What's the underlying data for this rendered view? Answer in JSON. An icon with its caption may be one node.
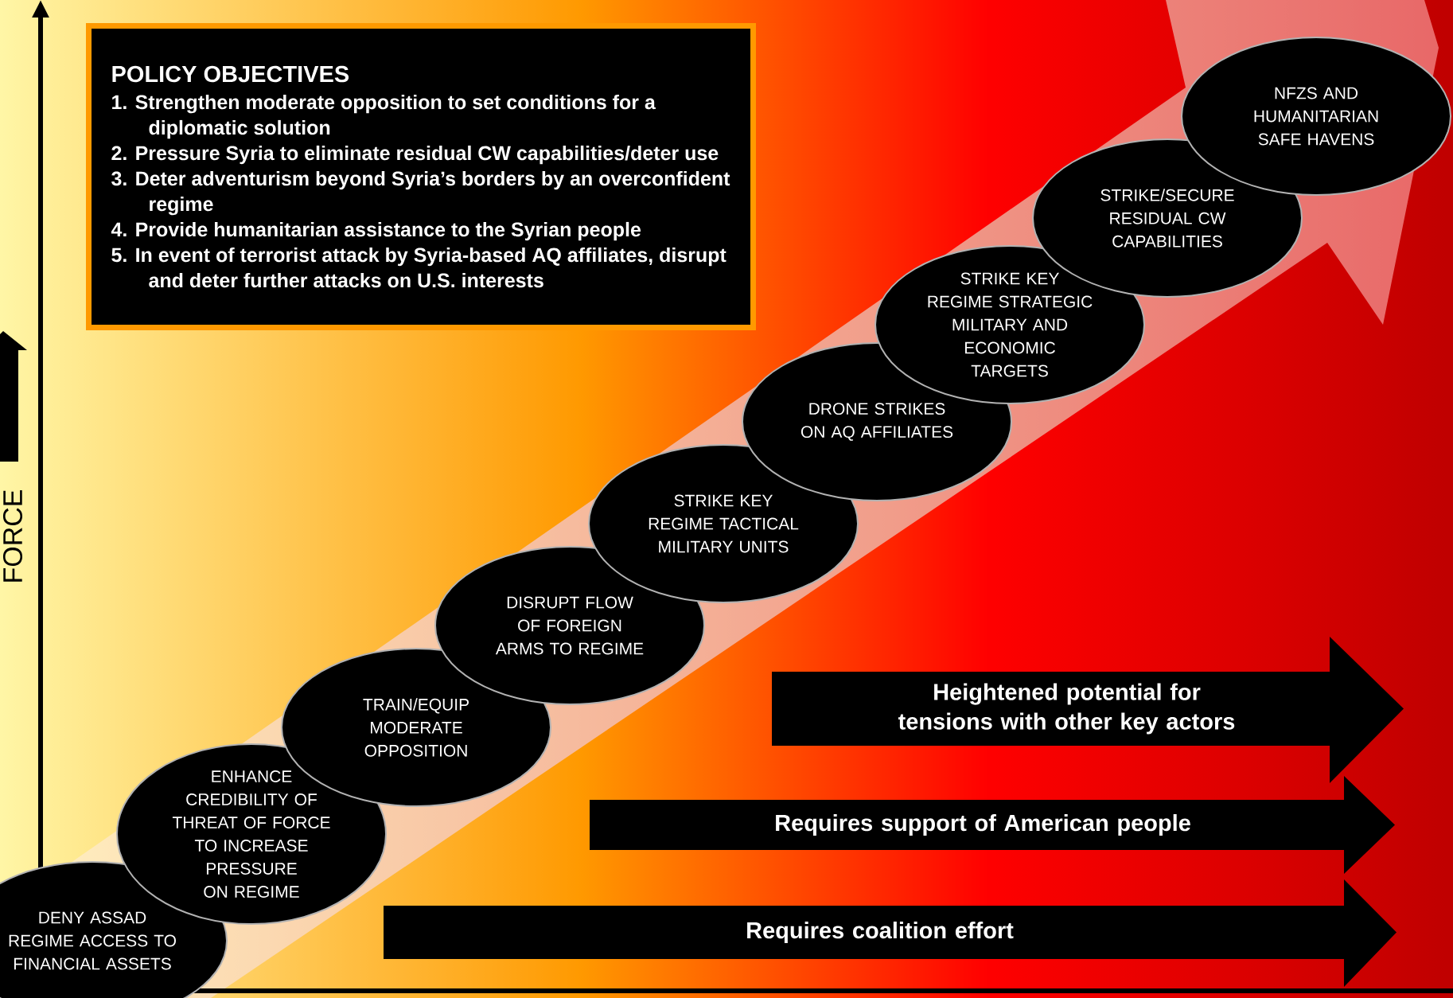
{
  "diagram": {
    "nodes": [
      {
        "text": [
          "POLICY OBJECTIVES",
          "1. Strengthen moderate opposition to set conditions for a diplomatic solution",
          "2. Pressure Syria to eliminate residual CW capabilities/deter use",
          "3. Deter adventurism beyond Syria’s borders by an overconfident regime",
          "4. Provide humanitarian assistance to the Syrian people",
          "5. In event of terrorist attack by Syria-based AQ affiliates, disrupt and deter further attacks on U.S. interests"
        ]
      },
      {
        "text": [
          "DENY ASSAD REGIME ACCESS TO FINANCIAL ASSETS"
        ]
      },
      {
        "text": [
          "ENHANCE CREDIBILITY OF THREAT OF FORCE TO INCREASE PRESSURE ON REGIME"
        ]
      },
      {
        "text": [
          "TRAIN/EQUIP MODERATE OPPOSITION"
        ]
      },
      {
        "text": [
          "DISRUPT FLOW OF FOREIGN ARMS TO REGIME"
        ]
      },
      {
        "text": [
          "STRIKE KEY REGIME TACTICAL MILITARY UNITS"
        ]
      },
      {
        "text": [
          "DRONE STRIKES ON AQ AFFILIATES"
        ]
      },
      {
        "text": [
          "STRIKE KEY REGIME STRATEGIC MILITARY AND ECONOMIC TARGETS"
        ]
      },
      {
        "text": [
          "STRIKE/SECURE RESIDUAL CW CAPABILITIES"
        ]
      },
      {
        "text": [
          "NFZS AND HUMANITARIAN SAFE HAVENS"
        ]
      },
      {
        "text": [
          "Heightened potential for tensions with other key actors"
        ]
      },
      {
        "text": [
          "Requires support of American people"
        ]
      },
      {
        "text": [
          "Requires coalition effort"
        ]
      }
    ],
    "labels": [
      "FORCE"
    ]
  }
}
